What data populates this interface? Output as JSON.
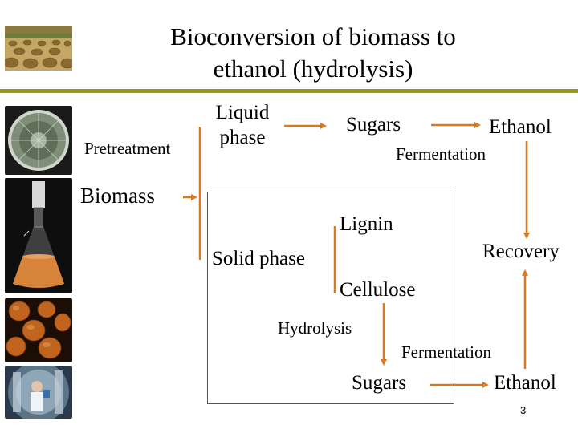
{
  "slide": {
    "title_line1": "Bioconversion of biomass to",
    "title_line2": "ethanol (hydrolysis)",
    "page_number": "3"
  },
  "diagram": {
    "biomass": "Biomass",
    "pretreatment": "Pretreatment",
    "liquid_phase_line1": "Liquid",
    "liquid_phase_line2": "phase",
    "sugars_top": "Sugars",
    "ethanol_top": "Ethanol",
    "fermentation_top": "Fermentation",
    "recovery": "Recovery",
    "solid_phase": "Solid phase",
    "lignin": "Lignin",
    "cellulose": "Cellulose",
    "hydrolysis": "Hydrolysis",
    "fermentation_bottom": "Fermentation",
    "sugars_bottom": "Sugars",
    "ethanol_bottom": "Ethanol"
  },
  "colors": {
    "arrow": "#d97a1f",
    "rule": "#9a9a1e"
  },
  "images": {
    "header_photo": "hay-bales-field-photo",
    "side_photos": [
      "fungus-colony-petri-photo",
      "flask-orange-culture-photo",
      "yeast-cells-photo",
      "lab-worker-fisheye-photo"
    ]
  }
}
